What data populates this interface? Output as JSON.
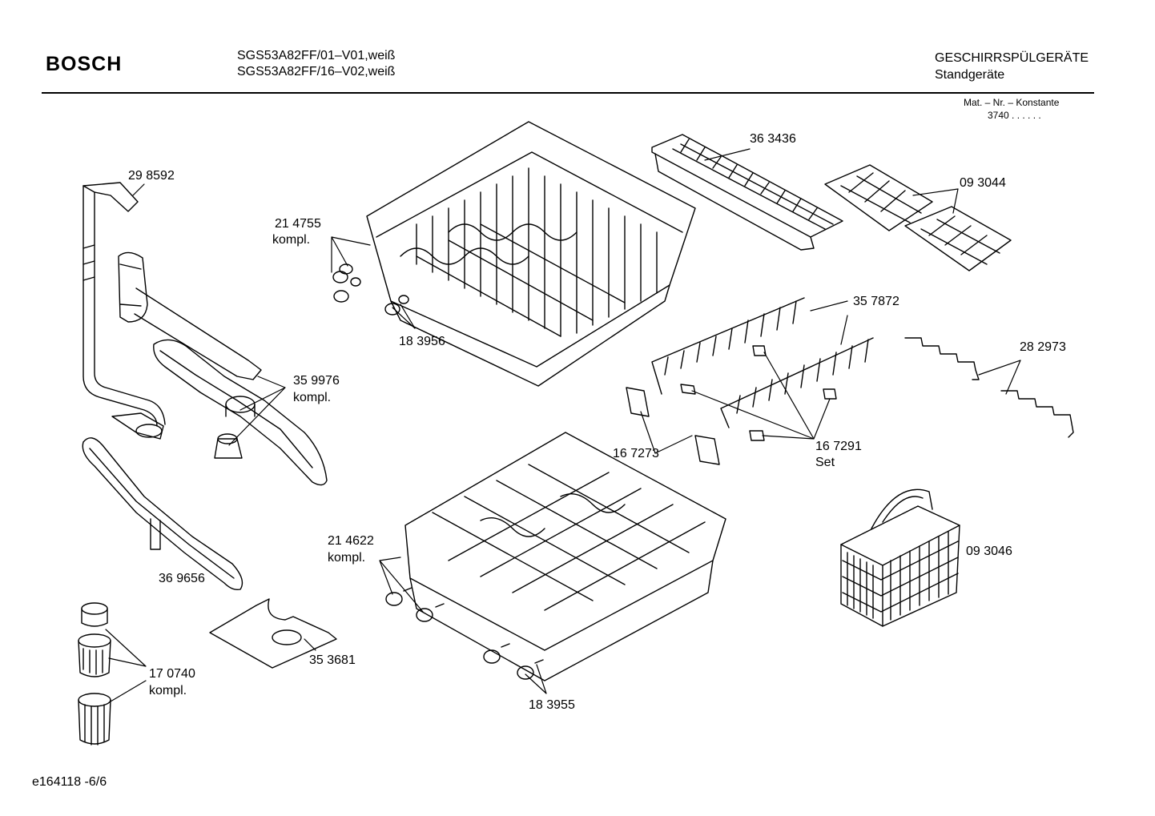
{
  "header": {
    "brand": "BOSCH",
    "model_line_1": "SGS53A82FF/01–V01,weiß",
    "model_line_2": "SGS53A82FF/16–V02,weiß",
    "category": "GESCHIRRSPÜLGERÄTE",
    "subcategory": "Standgeräte",
    "mat_label": "Mat. – Nr. – Konstante",
    "mat_value": "3740  .  .    .  .  .  ."
  },
  "parts": {
    "p298592": "29 8592",
    "p214755": "21 4755",
    "p214755_kompl": "kompl.",
    "p183956": "18 3956",
    "p363436": "36 3436",
    "p093044": "09 3044",
    "p357872": "35 7872",
    "p282973": "28 2973",
    "p359976": "35 9976",
    "p359976_kompl": "kompl.",
    "p167273": "16 7273",
    "p167291": "16 7291",
    "p167291_set": "Set",
    "p369656": "36 9656",
    "p214622": "21 4622",
    "p214622_kompl": "kompl.",
    "p093046": "09 3046",
    "p353681": "35 3681",
    "p170740": "17 0740",
    "p170740_kompl": "kompl.",
    "p183955": "18 3955"
  },
  "footer": {
    "doc_id": "e164118 -6/6"
  }
}
